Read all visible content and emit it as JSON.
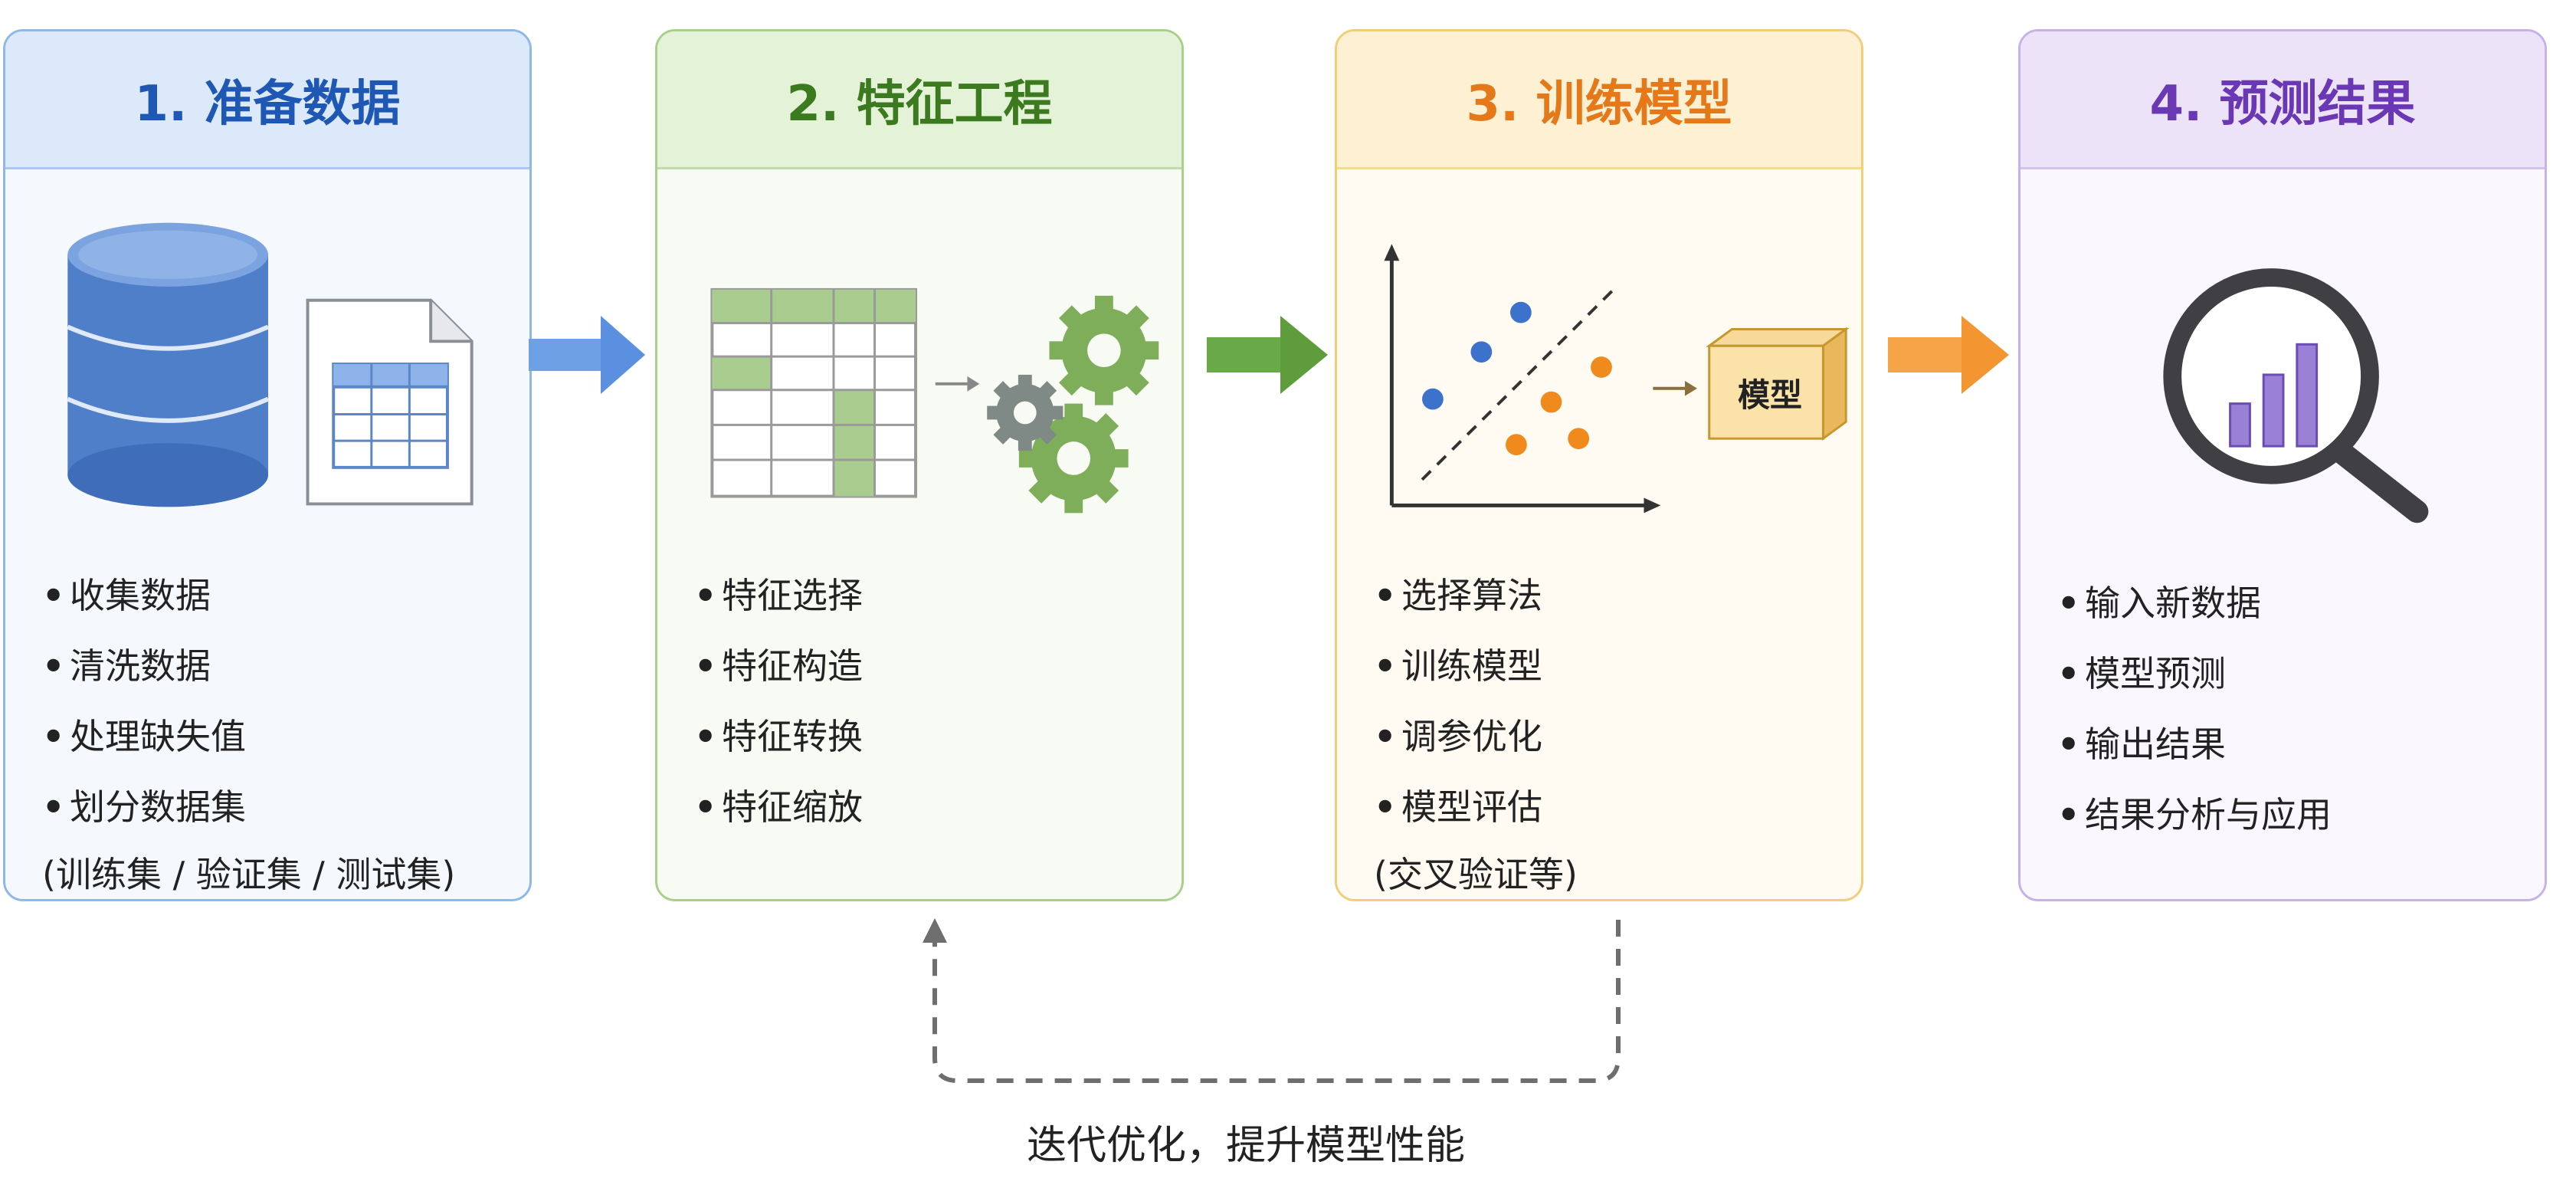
{
  "steps": [
    {
      "title": "1. 准备数据",
      "items": [
        "收集数据",
        "清洗数据",
        "处理缺失值",
        "划分数据集"
      ],
      "note": "(训练集 / 验证集 / 测试集)"
    },
    {
      "title": "2. 特征工程",
      "items": [
        "特征选择",
        "特征构造",
        "特征转换",
        "特征缩放"
      ]
    },
    {
      "title": "3. 训练模型",
      "items": [
        "选择算法",
        "训练模型",
        "调参优化",
        "模型评估"
      ],
      "note": "(交叉验证等)",
      "model_box_label": "模型"
    },
    {
      "title": "4. 预测结果",
      "items": [
        "输入新数据",
        "模型预测",
        "输出结果",
        "结果分析与应用"
      ]
    }
  ],
  "bullet": "•",
  "feedback_label": "迭代优化，提升模型性能",
  "colors": {
    "blue": "#1f58b4",
    "green": "#3c7a1f",
    "orange": "#e5791a",
    "purple": "#6a37b5"
  },
  "icons": [
    "database-icon",
    "spreadsheet-icon",
    "table-icon",
    "gears-icon",
    "scatter-plot-icon",
    "model-cube-icon",
    "magnifier-chart-icon"
  ]
}
